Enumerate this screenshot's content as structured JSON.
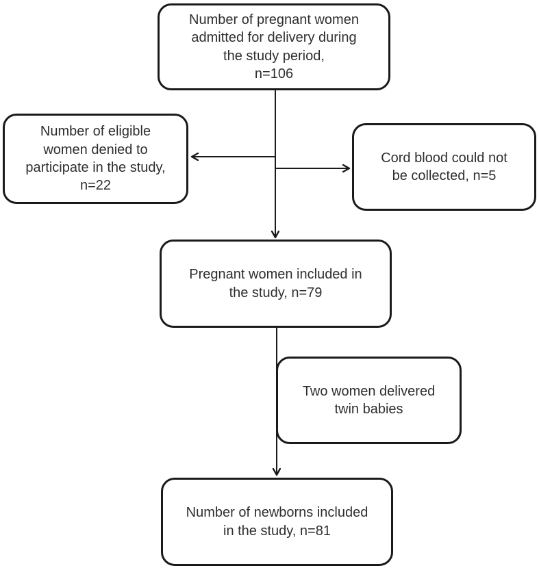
{
  "diagram": {
    "type": "study-flowchart",
    "nodes": {
      "admitted": {
        "label": "Number of pregnant women\nadmitted for delivery during\nthe study period,\nn=106",
        "n": 106
      },
      "denied": {
        "label": "Number of eligible\nwomen denied to\nparticipate in the study,\nn=22",
        "n": 22
      },
      "cord_blood": {
        "label": "Cord blood could not\nbe collected, n=5",
        "n": 5
      },
      "included": {
        "label": "Pregnant women included in\nthe study, n=79",
        "n": 79
      },
      "twins": {
        "label": "Two women delivered\ntwin babies"
      },
      "newborns": {
        "label": "Number of newborns included\nin the study, n=81",
        "n": 81
      }
    },
    "colors": {
      "box_border": "#1a1a1a",
      "text": "#2e2e2e",
      "connector": "#1a1a1a",
      "background": "#ffffff"
    }
  }
}
